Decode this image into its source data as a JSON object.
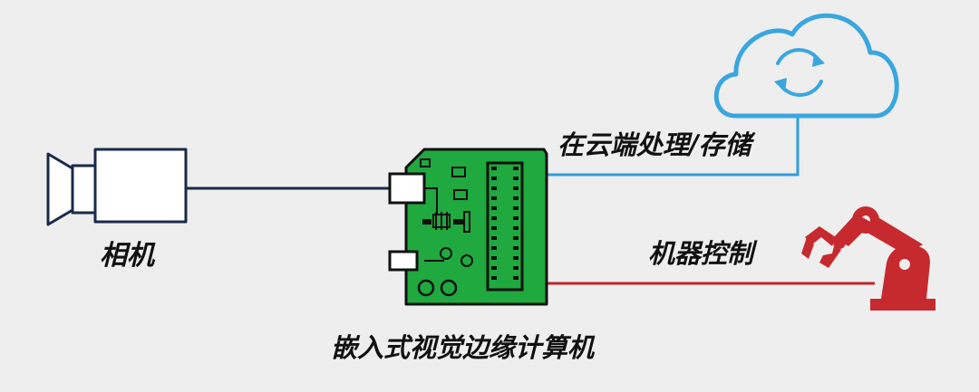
{
  "labels": {
    "camera": "相机",
    "cloud": "在云端处理/存储",
    "robot": "机器控制",
    "board": "嵌入式视觉边缘计算机"
  },
  "icons": {
    "camera": "camera-icon",
    "board": "circuit-board-icon",
    "cloud": "cloud-sync-icon",
    "robot": "robot-arm-icon"
  },
  "colors": {
    "background": "#eeeeee",
    "board_green": "#1fa93e",
    "camera_link": "#1a2a4a",
    "cloud_link": "#2e9fd9",
    "cloud_outline": "#3aa6df",
    "robot_link": "#c0252b",
    "robot_red": "#c62a2f"
  }
}
